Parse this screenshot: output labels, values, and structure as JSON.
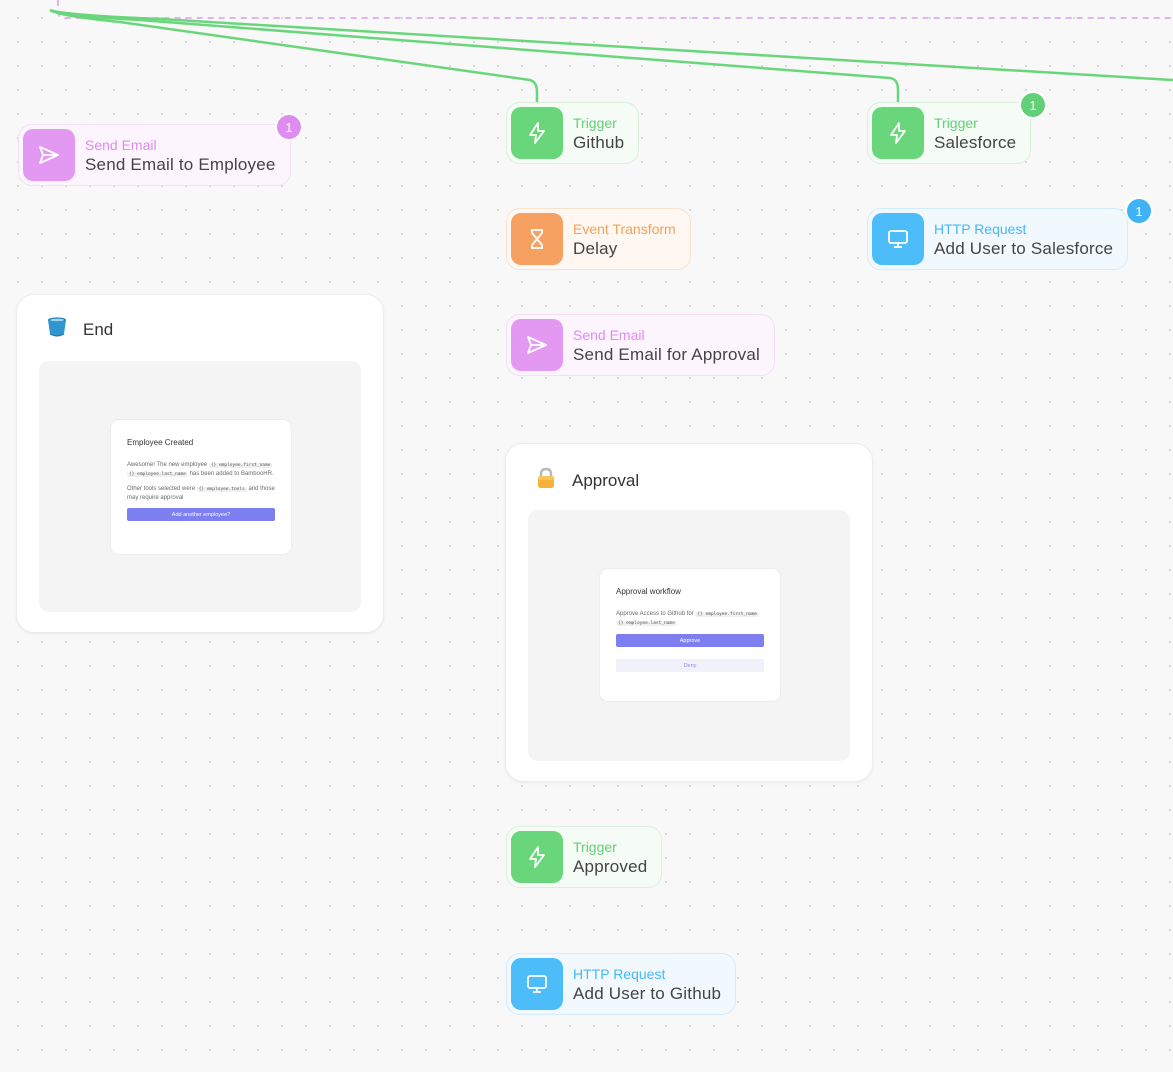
{
  "nodes": {
    "send_email_employee": {
      "category": "Send Email",
      "name": "Send Email to Employee",
      "badge": "1",
      "icon": "send-icon"
    },
    "trigger_github": {
      "category": "Trigger",
      "name": "Github",
      "icon": "lightning-icon"
    },
    "trigger_salesforce": {
      "category": "Trigger",
      "name": "Salesforce",
      "badge": "1",
      "icon": "lightning-icon"
    },
    "event_delay": {
      "category": "Event Transform",
      "name": "Delay",
      "icon": "hourglass-icon"
    },
    "http_salesforce": {
      "category": "HTTP Request",
      "name": "Add User to Salesforce",
      "badge": "1",
      "icon": "monitor-icon"
    },
    "send_email_approval": {
      "category": "Send Email",
      "name": "Send Email for Approval",
      "icon": "send-icon"
    },
    "trigger_approved": {
      "category": "Trigger",
      "name": "Approved",
      "icon": "lightning-icon"
    },
    "http_github": {
      "category": "HTTP Request",
      "name": "Add User to Github",
      "icon": "monitor-icon"
    }
  },
  "end_card": {
    "title": "End",
    "icon": "bucket-icon",
    "preview": {
      "heading": "Employee Created",
      "line1_pre": "Awesome! The new employee",
      "chip_first": "{} employee.first_name",
      "chip_last": "{} employee.last_name",
      "line1_post": "has been added to BambooHR.",
      "line2_pre": "Other tools selected were",
      "chip_tools": "{} employee.tools",
      "line2_post": "and those may require approval",
      "button": "Add another employee?"
    }
  },
  "approval_card": {
    "title": "Approval",
    "icon": "lock-icon",
    "preview": {
      "heading": "Approval workflow",
      "line_pre": "Approve Access to Github for",
      "chip_first": "{} employee.first_name",
      "chip_last": "{} employee.last_name",
      "approve_button": "Approve",
      "deny_button": "Deny"
    }
  },
  "colors": {
    "trigger": "#63cf76",
    "email": "#dd8cf0",
    "delay": "#f3a05d",
    "http": "#47b8f5",
    "edge_approval": "#7d7ef0"
  }
}
